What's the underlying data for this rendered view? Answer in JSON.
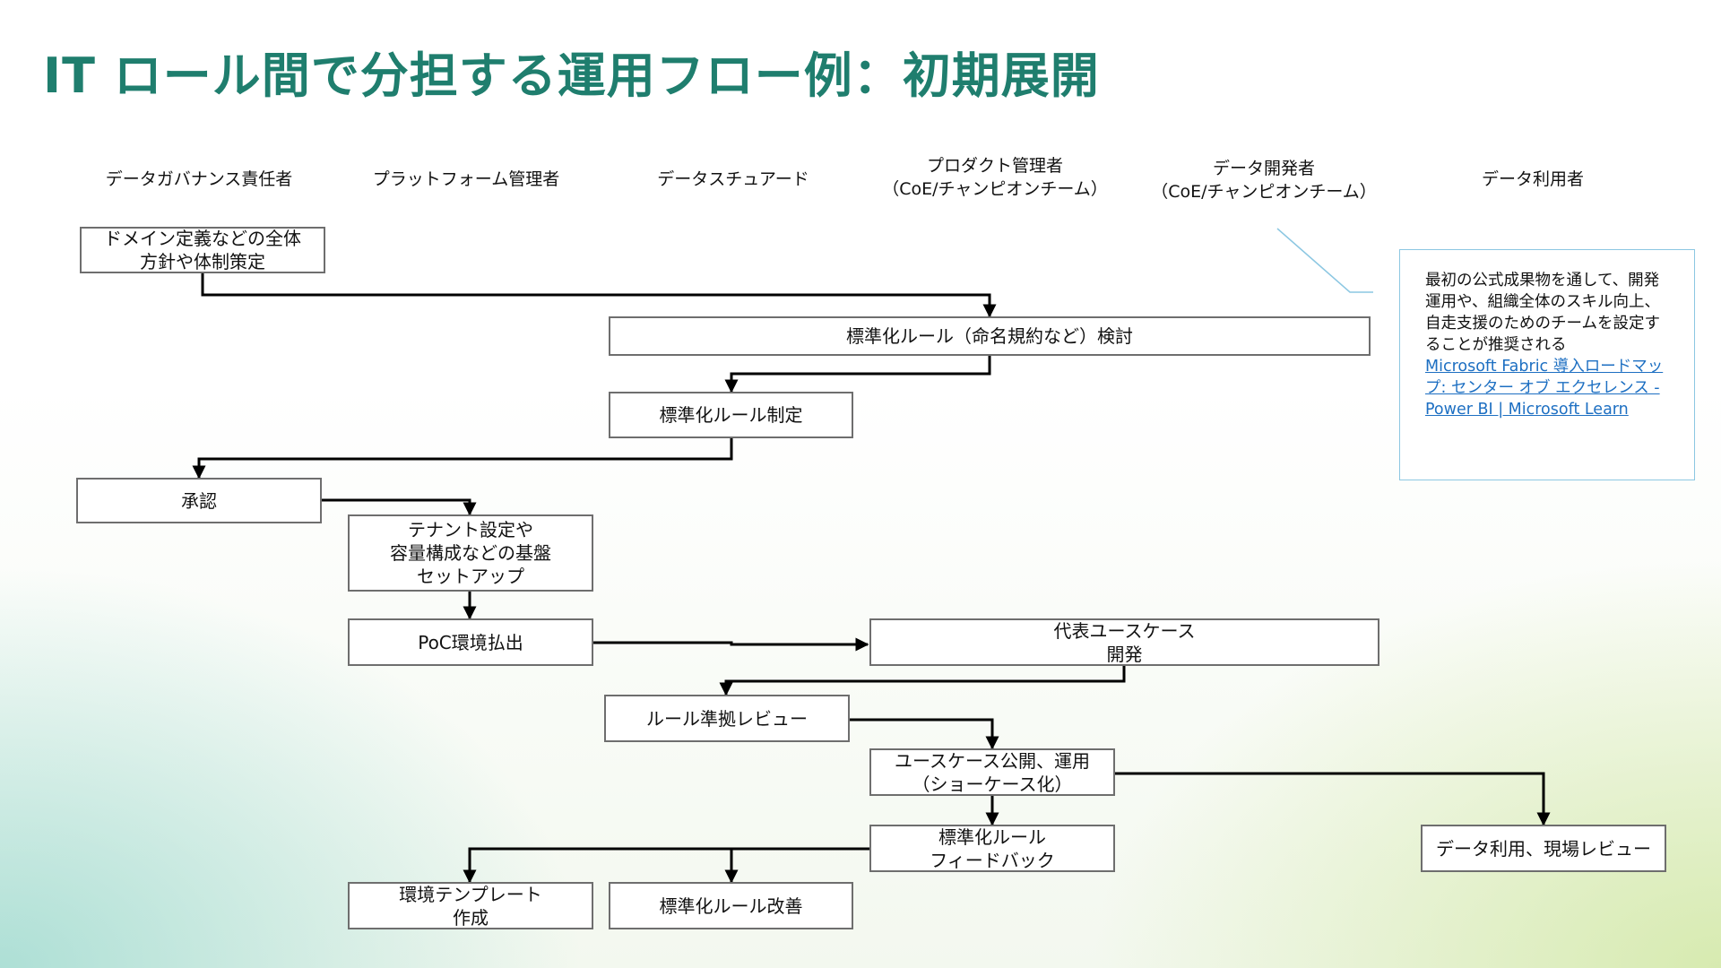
{
  "title": "IT ロール間で分担する運用フロー例：初期展開",
  "columns": [
    {
      "line1": "データガバナンス責任者",
      "line2": ""
    },
    {
      "line1": "プラットフォーム管理者",
      "line2": ""
    },
    {
      "line1": "データスチュアード",
      "line2": ""
    },
    {
      "line1": "プロダクト管理者",
      "line2": "（CoE/チャンピオンチーム）"
    },
    {
      "line1": "データ開発者",
      "line2": "（CoE/チャンピオンチーム）"
    },
    {
      "line1": "データ利用者",
      "line2": ""
    }
  ],
  "steps": {
    "domain_policy": "ドメイン定義などの全体\n方針や体制策定",
    "standard_review": "標準化ルール（命名規約など）検討",
    "standard_define": "標準化ルール制定",
    "approval": "承認",
    "tenant_setup": "テナント設定や\n容量構成などの基盤\nセットアップ",
    "poc_env": "PoC環境払出",
    "usecase_dev": "代表ユースケース\n開発",
    "rule_review": "ルール準拠レビュー",
    "usecase_publish": "ユースケース公開、運用\n（ショーケース化）",
    "standard_feedback": "標準化ルール\nフィードバック",
    "env_template": "環境テンプレート\n作成",
    "standard_improve": "標準化ルール改善",
    "data_use": "データ利用、現場レビュー"
  },
  "callout": {
    "text": "最初の公式成果物を通して、開発運用や、組織全体のスキル向上、自走支援のためのチームを設定することが推奨される",
    "link": "Microsoft Fabric 導入ロードマップ: センター オブ エクセレンス - Power BI | Microsoft Learn"
  },
  "colors": {
    "title": "#1f7e6e",
    "box_border": "#6e6e6e",
    "arrow": "#000000",
    "callout_border": "#8cc7e2",
    "link": "#1d6fc2"
  }
}
